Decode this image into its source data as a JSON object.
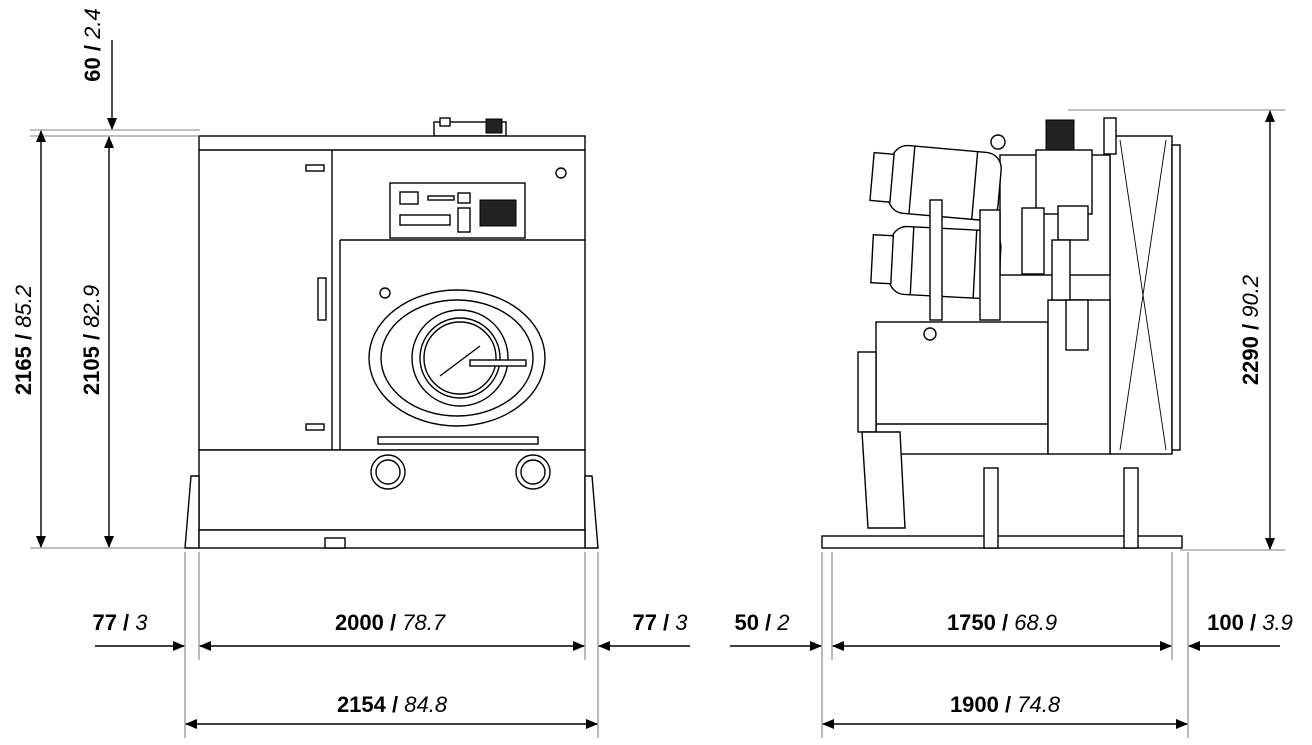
{
  "front_view": {
    "top_gap": {
      "value": "60",
      "sep": " / ",
      "inch": "2.4"
    },
    "overall_height": {
      "value": "2165",
      "sep": " / ",
      "inch": "85.2"
    },
    "body_height": {
      "value": "2105",
      "sep": " / ",
      "inch": "82.9"
    },
    "left_margin": {
      "value": "77",
      "sep": " / ",
      "inch": "3"
    },
    "body_width": {
      "value": "2000",
      "sep": " / ",
      "inch": "78.7"
    },
    "right_margin": {
      "value": "77",
      "sep": " / ",
      "inch": "3"
    },
    "overall_width": {
      "value": "2154",
      "sep": " / ",
      "inch": "84.8"
    }
  },
  "side_view": {
    "overall_height": {
      "value": "2290",
      "sep": " / ",
      "inch": "90.2"
    },
    "left_margin": {
      "value": "50",
      "sep": " / ",
      "inch": "2"
    },
    "body_depth": {
      "value": "1750",
      "sep": " / ",
      "inch": "68.9"
    },
    "right_margin": {
      "value": "100",
      "sep": " / ",
      "inch": "3.9"
    },
    "overall_depth": {
      "value": "1900",
      "sep": " / ",
      "inch": "74.8"
    }
  }
}
